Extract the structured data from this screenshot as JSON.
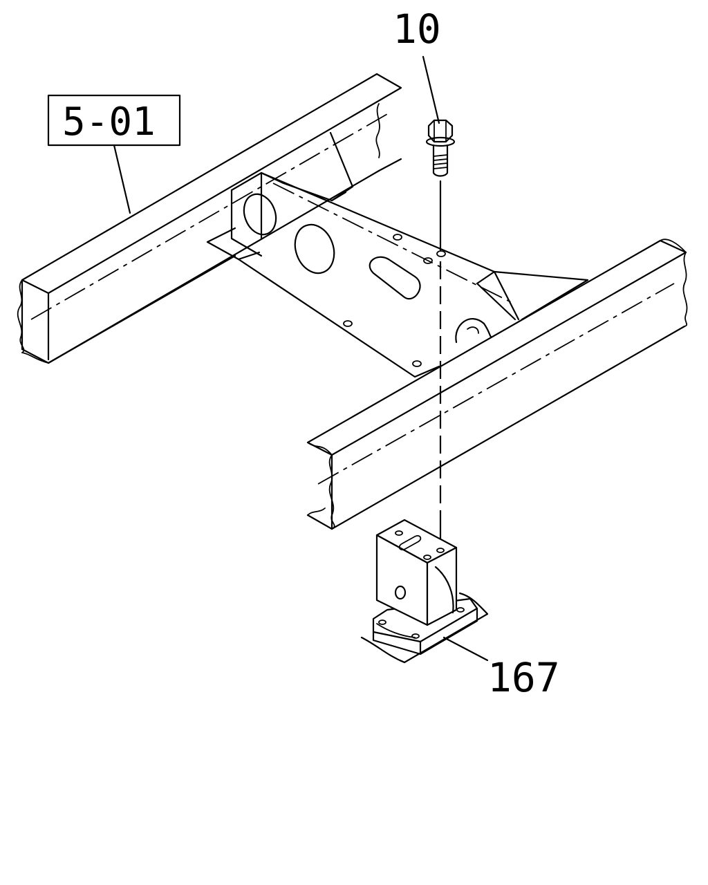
{
  "callouts": {
    "bolt_label": "10",
    "reference_label": "5-01",
    "bracket_label": "167"
  }
}
